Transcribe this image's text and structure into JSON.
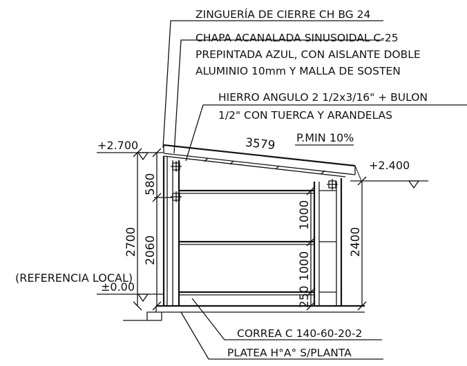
{
  "labels": {
    "zingueria": "ZINGUERÍA DE CIERRE CH BG 24",
    "chapa_1": "CHAPA ACANALADA SINUSOIDAL C-25",
    "chapa_2": "PREPINTADA AZUL, CON AISLANTE DOBLE",
    "chapa_3": "ALUMINIO 10mm Y MALLA DE SOSTEN",
    "hierro_1": "HIERRO ANGULO 2 1/2x3/16\" + BULON",
    "hierro_2": "1/2\" CON TUERCA Y ARANDELAS",
    "correa": "CORREA C 140-60-20-2",
    "platea": "PLATEA H°A° S/PLANTA"
  },
  "levels": {
    "left_top": "+2.700",
    "right_top": "+2.400",
    "reference_1": "(REFERENCIA LOCAL)",
    "reference_2": "±0.00"
  },
  "annotations": {
    "roof_length": "3579",
    "slope": "P.MIN 10%"
  },
  "dimensions": {
    "d580": "580",
    "d2700": "2700",
    "d2060": "2060",
    "d1000_upper": "1000",
    "d1000_lower": "1000",
    "d250": "250",
    "d2400": "2400"
  }
}
